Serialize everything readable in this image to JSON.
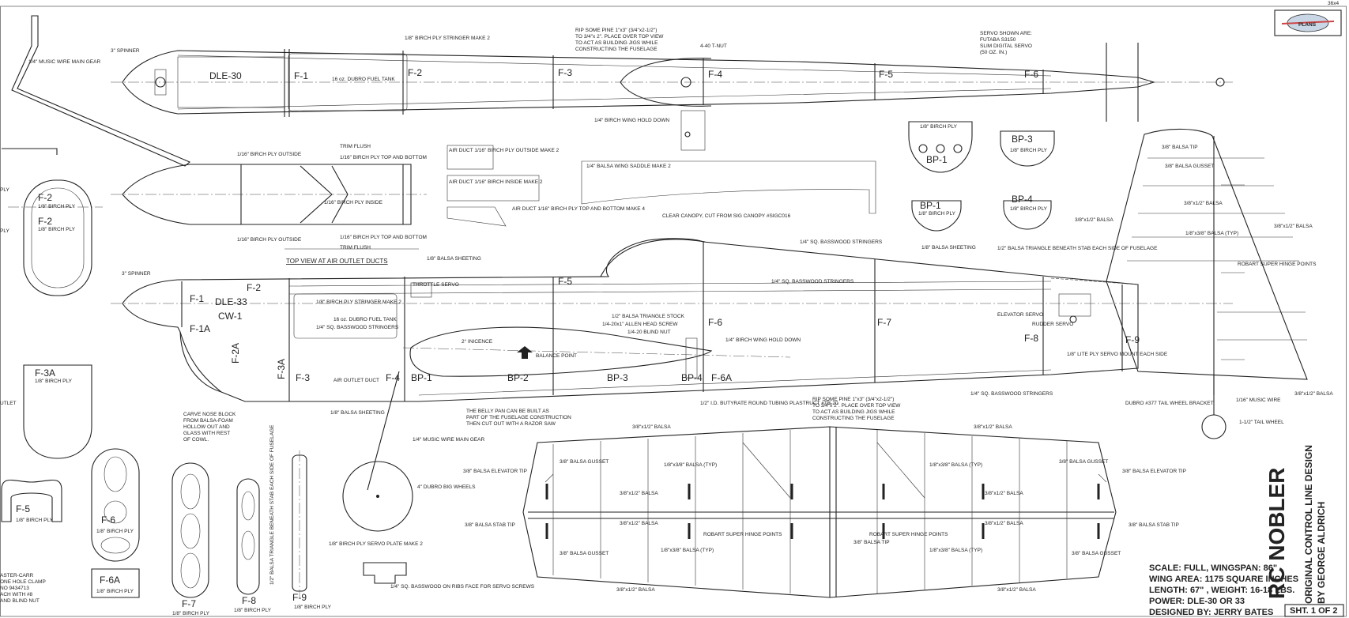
{
  "header": {
    "corner_tag": "36x4",
    "logo_text": "PLANS"
  },
  "title_block": {
    "title": "RC NOBLER",
    "subtitle1": "ORIGINAL CONTROL LINE DESIGN",
    "subtitle2": "BY GEORGE ALDRICH",
    "spec1": "SCALE: FULL,   WINGSPAN: 86\"",
    "spec2": "WING AREA: 1175 SQUARE INCHES",
    "spec3": "LENGTH: 67\" , WEIGHT: 16-18 LBS.",
    "spec4": "POWER: DLE-30 OR 33",
    "spec5": "DESIGNED BY: JERRY BATES",
    "sheet": "SHT. 1 OF 2"
  },
  "formers": {
    "f1": "F-1",
    "f1a": "F-1A",
    "f2": "F-2",
    "f2a": "F-2A",
    "f3": "F-3",
    "f3a": "F-3A",
    "f4": "F-4",
    "f5": "F-5",
    "f6": "F-6",
    "f6a": "F-6A",
    "f7": "F-7",
    "f8": "F-8",
    "f9": "F-9",
    "cw1": "CW-1",
    "bp1": "BP-1",
    "bp2": "BP-2",
    "bp3": "BP-3",
    "bp4": "BP-4",
    "dle30": "DLE-30",
    "dle33": "DLE-33"
  },
  "notes": {
    "spinner": "3\" SPINNER",
    "music_wire_gear": "1/4\" MUSIC WIRE MAIN GEAR",
    "stringer_birch": "1/8\" BIRCH PLY STRINGER MAKE 2",
    "fuel_tank": "16 oz. DUBRO FUEL TANK",
    "rip_pine_1": "RIP SOME PINE 1\"x3\" (3/4\"x2-1/2\")",
    "rip_pine_2": "TO 3/4\"x 2\". PLACE OVER TOP VIEW",
    "rip_pine_3": "TO ACT AS BUILDING JIGS WHILE",
    "rip_pine_4": "CONSTRUCTING THE FUSELAGE",
    "tnut": "4-40 T-NUT",
    "wing_hold": "1/4\" BIRCH WING HOLD DOWN",
    "servo_shown": "SERVO SHOWN ARE:",
    "servo_model": "FUTABA S3150",
    "servo_slim": "SLIM DIGITAL SERVO",
    "servo_oz": "(50 OZ. IN.)",
    "trim_flush": "TRIM FLUSH",
    "ply_outside": "1/16\" BIRCH PLY OUTSIDE",
    "ply_top_bottom": "1/16\" BIRCH PLY TOP AND BOTTOM",
    "ply_inside": "1/16\" BIRCH PLY INSIDE",
    "air_duct_1": "AIR DUCT 1/16\" BIRCH PLY OUTSIDE MAKE 2",
    "air_duct_2": "AIR DUCT 1/16\" BIRCH INSIDE MAKE 2",
    "air_duct_3": "AIR DUCT 1/16\" BIRCH PLY TOP AND BOTTOM MAKE 4",
    "wing_saddle": "1/4\" BALSA WING SADDLE MAKE 2",
    "top_view": "TOP VIEW AT AIR OUTLET DUCTS",
    "canopy": "CLEAR CANOPY, CUT FROM SIG CANOPY #SIGC016",
    "sq_stringers": "1/4\" SQ. BASSWOOD STRINGERS",
    "balsa_sheeting": "1/8\" BALSA SHEETING",
    "throttle_servo": "THROTTLE SERVO",
    "triangle_stock": "1/2\" BALSA TRIANGLE STOCK",
    "allen_screw": "1/4-20x1\" ALLEN HEAD SCREW",
    "blind_nut": "1/4-20 BLIND NUT",
    "incidence": "2° INICENCE",
    "balance": "BALANCE POINT",
    "air_outlet": "AIR OUTLET DUCT",
    "cowl_1": "CARVE NOSE BLOCK",
    "cowl_2": "FROM BALSA-FOAM",
    "cowl_3": "HOLLOW OUT AND",
    "cowl_4": "GLASS WITH REST",
    "cowl_5": "OF COWL.",
    "belly_1": "THE BELLY PAN CAN BE BUILT AS",
    "belly_2": "PART OF THE FUSELAGE CONSTRUCTION",
    "belly_3": "THEN CUT OUT WITH A RAZOR SAW",
    "tubing": "1/2\" I.D. BUTYRATE ROUND TUBING PLASTRUCT #TB-20",
    "elevator_servo": "ELEVATOR SERVO",
    "rudder_servo": "RUDDER SERVO",
    "servo_mount": "1/8\" LITE PLY SERVO MOUNT EACH SIDE",
    "tri_beneath": "1/2\" BALSA TRIANGLE BENEATH STAB EACH SIDE OF FUSELAGE",
    "dubro_tail": "DUBRO #377 TAIL WHEEL BRACKET",
    "music_wire_16": "1/16\" MUSIC WIRE",
    "tail_wheel": "1-1/2\" TAIL WHEEL",
    "balsa_tip": "3/8\" BALSA TIP",
    "balsa_gusset": "3/8\" BALSA GUSSET",
    "balsa_38x12": "3/8\"x1/2\" BALSA",
    "balsa_38x38": "1/8\"x3/8\" BALSA (TYP)",
    "robart": "ROBART SUPER HINGE POINTS",
    "elevator_tip": "3/8\" BALSA ELEVATOR TIP",
    "stab_tip": "3/8\" BALSA STAB TIP",
    "dubro_wheels": "4\" DUBRO BIG WHEELS",
    "servo_plate": "1/8\" BIRCH PLY SERVO PLATE MAKE 2",
    "bass_rails": "1/4\" SQ. BASSWOOD ON RIBS FACE FOR SERVO SCREWS",
    "birch_ply": "1/8\" BIRCH PLY",
    "tri_stab": "1/2\" BALSA TRIANGLE BENEATH STAB EACH SIDE OF FUSELAGE",
    "edge_1": "ASTER-CARR",
    "edge_2": "ONE HOLE CLAMP",
    "edge_3": "NO 9434713",
    "edge_4": "ACH WITH #8",
    "edge_5": "AND BLIND NUT",
    "edge_utlet": "UTLET",
    "edge_ply": "PLY"
  }
}
